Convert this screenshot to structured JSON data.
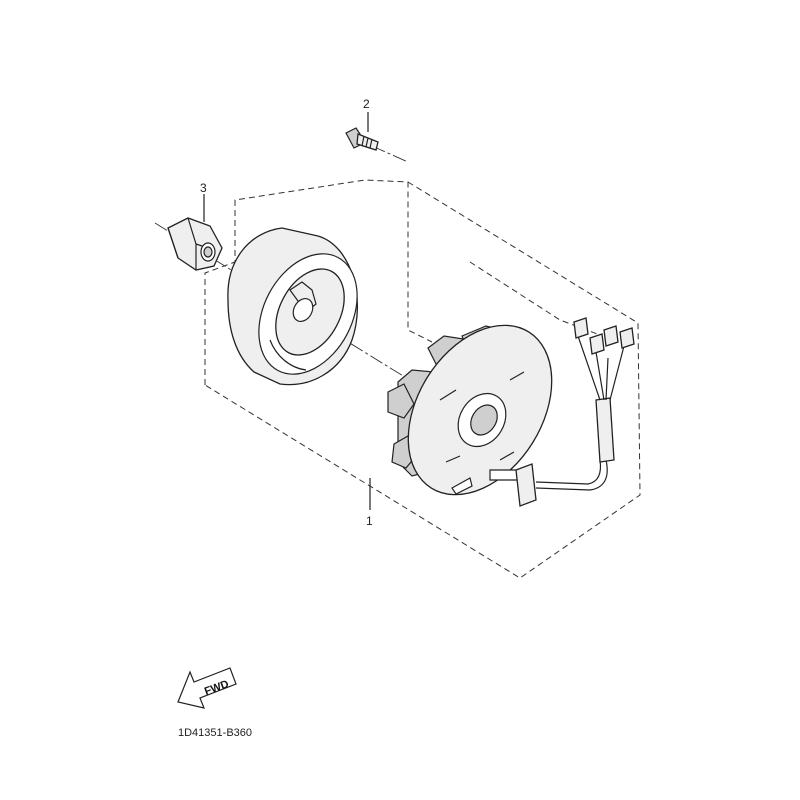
{
  "callouts": [
    {
      "id": "1",
      "text": "1"
    },
    {
      "id": "2",
      "text": "2"
    },
    {
      "id": "3",
      "text": "3"
    }
  ],
  "fwd_label": "FWD",
  "diagram_code": "1D41351-B360"
}
